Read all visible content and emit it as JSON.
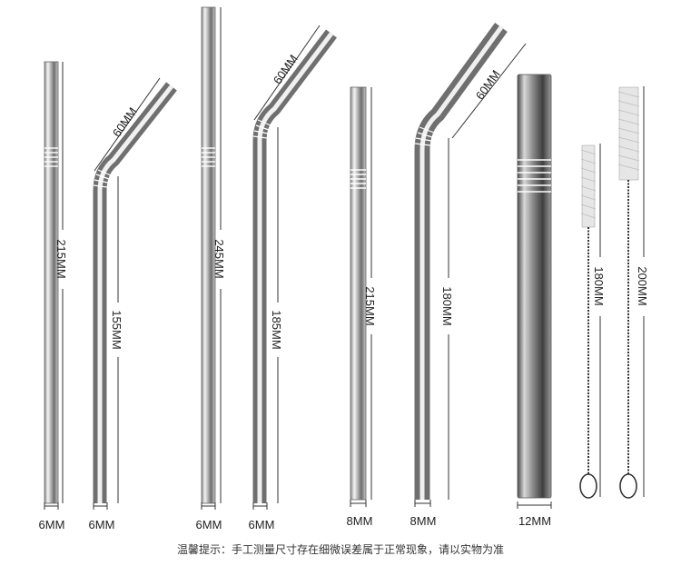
{
  "straws": [
    {
      "id": "straw-1",
      "type": "straight",
      "diameter_label": "6MM",
      "length_label": "215MM"
    },
    {
      "id": "straw-2",
      "type": "bent",
      "diameter_label": "6MM",
      "length_label": "155MM",
      "bend_label": "60MM"
    },
    {
      "id": "straw-3",
      "type": "straight",
      "diameter_label": "6MM",
      "length_label": "245MM"
    },
    {
      "id": "straw-4",
      "type": "bent",
      "diameter_label": "6MM",
      "length_label": "185MM",
      "bend_label": "60MM"
    },
    {
      "id": "straw-5",
      "type": "straight",
      "diameter_label": "8MM",
      "length_label": "215MM"
    },
    {
      "id": "straw-6",
      "type": "bent",
      "diameter_label": "8MM",
      "length_label": "180MM",
      "bend_label": "60MM"
    },
    {
      "id": "straw-7",
      "type": "straight-wide",
      "diameter_label": "12MM"
    }
  ],
  "brushes": [
    {
      "id": "brush-small",
      "length_label": "180MM"
    },
    {
      "id": "brush-large",
      "length_label": "200MM"
    }
  ],
  "caption": "温馨提示：手工测量尺寸存在细微误差属于正常现象，请以实物为准",
  "colors": {
    "metal_dark": "#7d7d7d",
    "metal_light": "#f2f2f2",
    "line": "#333333",
    "bristle": "#d9d9d9"
  }
}
